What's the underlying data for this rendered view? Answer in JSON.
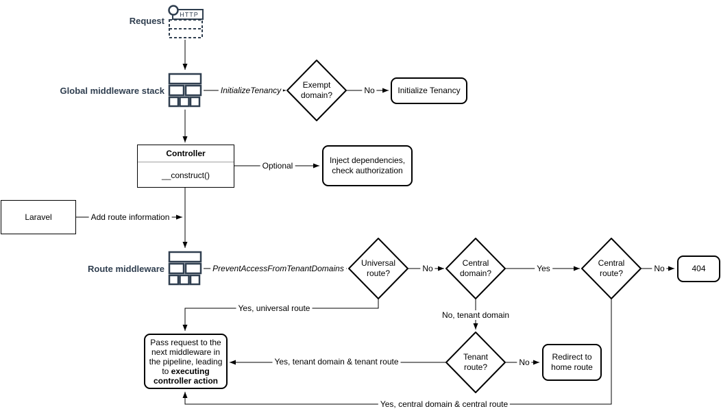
{
  "colors": {
    "accent": "#2f3e4f",
    "line": "#000000",
    "background": "#ffffff"
  },
  "stages": {
    "request": {
      "label": "Request"
    },
    "global_middleware": {
      "label": "Global middleware stack"
    },
    "route_middleware": {
      "label": "Route middleware"
    }
  },
  "icon_text": {
    "http": "HTTP"
  },
  "nodes": {
    "exempt_domain": {
      "line1": "Exempt",
      "line2": "domain?"
    },
    "initialize_tenancy": {
      "label": "Initialize Tenancy"
    },
    "controller": {
      "title": "Controller",
      "member": "__construct()"
    },
    "inject_dependencies": {
      "line1": "Inject dependencies,",
      "line2": "check authorization"
    },
    "laravel": {
      "label": "Laravel"
    },
    "universal_route": {
      "line1": "Universal",
      "line2": "route?"
    },
    "central_domain": {
      "line1": "Central",
      "line2": "domain?"
    },
    "central_route": {
      "line1": "Central",
      "line2": "route?"
    },
    "error_404": {
      "label": "404"
    },
    "tenant_route": {
      "line1": "Tenant",
      "line2": "route?"
    },
    "redirect_home": {
      "line1": "Redirect to",
      "line2": "home route"
    },
    "pass_request": {
      "text": "Pass request to the next middleware in the pipeline, leading to ",
      "bold": "executing controller action"
    }
  },
  "edge_labels": {
    "initialize_tenancy_middleware": "InitializeTenancy",
    "exempt_no": "No",
    "optional": "Optional",
    "add_route_information": "Add route information",
    "prevent_access": "PreventAccessFromTenantDomains",
    "universal_no": "No",
    "central_domain_yes": "Yes",
    "central_route_no": "No",
    "yes_universal_route": "Yes, universal route",
    "no_tenant_domain": "No, tenant domain",
    "yes_tenant_domain_route": "Yes, tenant domain & tenant route",
    "tenant_route_no": "No",
    "yes_central_domain_route": "Yes, central domain & central route"
  }
}
